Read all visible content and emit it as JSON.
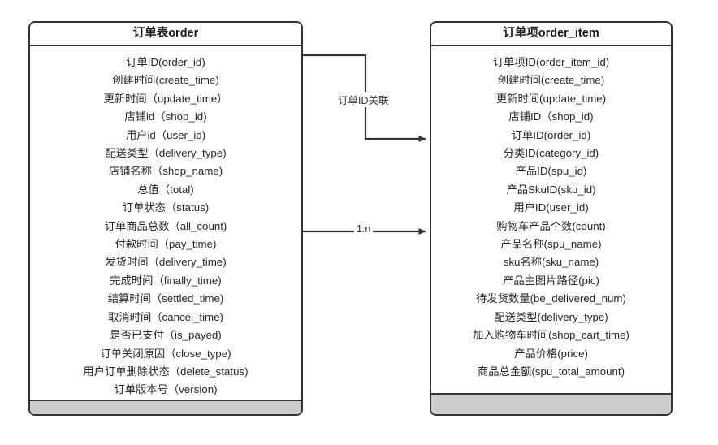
{
  "diagram": {
    "title": "order / order_item entity relationship",
    "background": "#ffffff",
    "line_color": "#333333",
    "footer_color": "#cccccc"
  },
  "entities": [
    {
      "id": "order",
      "header": "订单表order",
      "fields": [
        "订单ID(order_id)",
        "创建时间(create_time)",
        "更新时间（update_time）",
        "店铺id（shop_id)",
        "用户id（user_id)",
        "配送类型（delivery_type)",
        "店铺名称（shop_name)",
        "总值（total)",
        "订单状态（status)",
        "订单商品总数（all_count)",
        "付款时间（pay_time)",
        "发货时间（delivery_time)",
        "完成时间（finally_time)",
        "结算时间（settled_time)",
        "取消时间（cancel_time)",
        "是否已支付（is_payed)",
        "订单关闭原因（close_type)",
        "用户订单删除状态（delete_status)",
        "订单版本号（version)"
      ]
    },
    {
      "id": "order_item",
      "header": "订单项order_item",
      "fields": [
        "订单项ID(order_item_id)",
        "创建时间(create_time)",
        "更新时间(update_time)",
        "店铺ID（shop_id)",
        "订单ID(order_id)",
        "分类ID(category_id)",
        "产品ID(spu_id)",
        "产品SkuID(sku_id)",
        "用户ID(user_id)",
        "购物车产品个数(count)",
        "产品名称(spu_name)",
        "sku名称(sku_name)",
        "产品主图片路径(pic)",
        "待发货数量(be_delivered_num)",
        "配送类型(delivery_type)",
        "加入购物车时间(shop_cart_time)",
        "产品价格(price)",
        "商品总金额(spu_total_amount)"
      ]
    }
  ],
  "connectors": [
    {
      "id": "order-id-relation",
      "label": "订单ID关联",
      "from": "order",
      "to": "order_item",
      "style": "elbow-arrow"
    },
    {
      "id": "cardinality",
      "label": "1:n",
      "from": "order",
      "to": "order_item",
      "style": "straight-arrow"
    }
  ]
}
